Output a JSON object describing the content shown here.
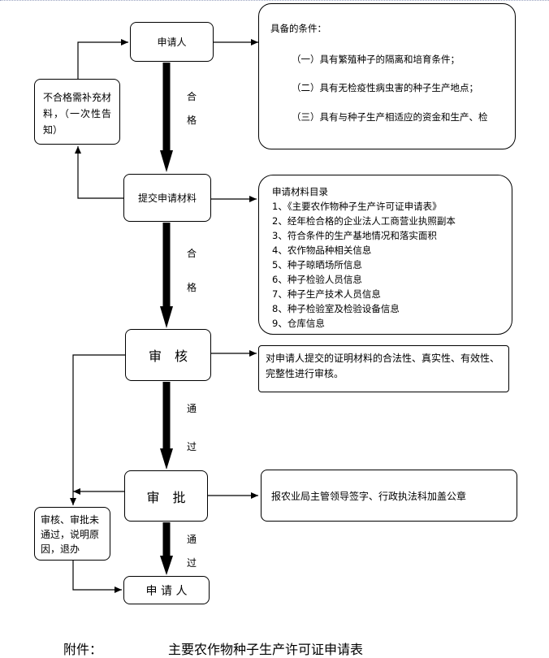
{
  "nodes": {
    "applicant_top": "申请人",
    "submit": "提交申请材料",
    "review": "审　核",
    "approve": "审　批",
    "applicant_bottom": "申 请 人",
    "resubmit": "不合格需补充材料，（一次性告知）",
    "reject": "审核、审批未通过，说明原因，退办"
  },
  "arrow_labels": {
    "pass1_a": "合",
    "pass1_b": "格",
    "pass2_a": "合",
    "pass2_b": "格",
    "pass3_a": "通",
    "pass3_b": "过",
    "pass4_a": "通",
    "pass4_b": "过"
  },
  "conditions": {
    "title": "具备的条件：",
    "items": [
      "（一）具有繁殖种子的隔离和培育条件；",
      "（二）具有无检疫性病虫害的种子生产地点；",
      "（三）具有与种子生产相适应的资金和生产、检"
    ]
  },
  "materials": {
    "title": "申请材料目录",
    "items": [
      "1、《主要农作物种子生产许可证申请表》",
      "2、经年检合格的企业法人工商营业执照副本",
      "3、符合条件的生产基地情况和落实面积",
      "4、农作物品种相关信息",
      "5、种子晾晒场所信息",
      "6、种子检验人员信息",
      "7、种子生产技术人员信息",
      "8、种子检验室及检验设备信息",
      "9、仓库信息"
    ]
  },
  "review_note": "对申请人提交的证明材料的合法性、真实性、有效性、完整性进行审核。",
  "approve_note": "报农业局主管领导签字、行政执法科加盖公章",
  "footer": {
    "label": "附件：",
    "title": "主要农作物种子生产许可证申请表"
  }
}
